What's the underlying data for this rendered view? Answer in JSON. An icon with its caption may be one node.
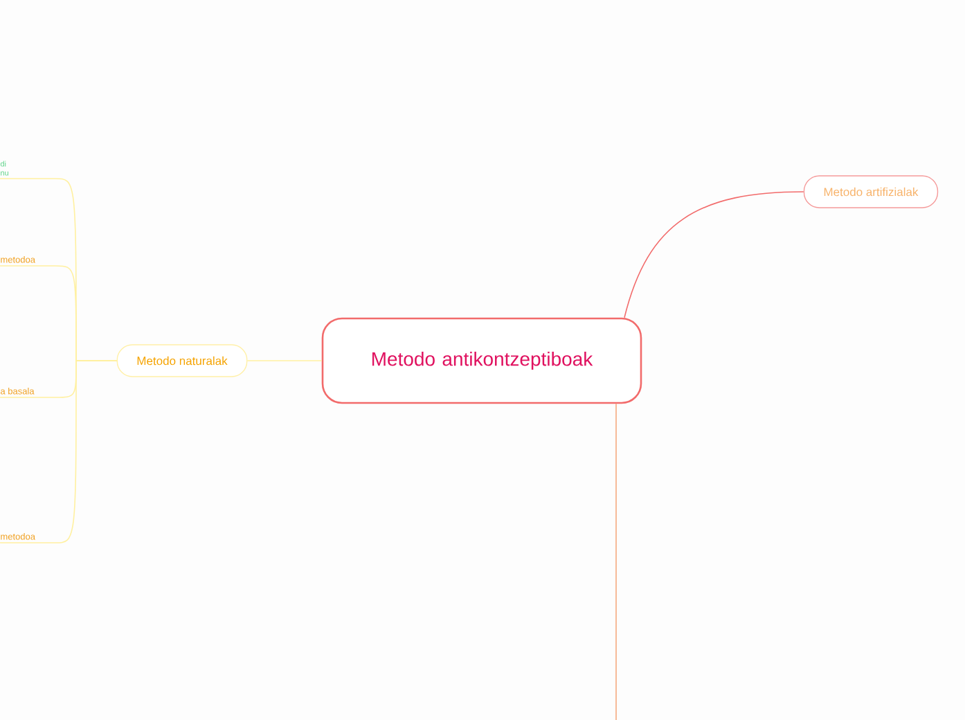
{
  "diagram": {
    "nodes": [
      {
        "text": [
          "Metodo antikontzeptiboak"
        ]
      },
      {
        "text": [
          "Metodo artifizialak"
        ]
      },
      {
        "text": [
          "Metodo naturalak"
        ]
      },
      {
        "text": [
          "di nu"
        ]
      },
      {
        "text": [
          "metodoa"
        ]
      },
      {
        "text": [
          "a basala"
        ]
      },
      {
        "text": [
          "metodoa"
        ]
      }
    ],
    "edges": [
      {
        "from": 0,
        "to": 1,
        "arrow": "none",
        "color": "#f26b6b"
      },
      {
        "from": 0,
        "to": 2,
        "arrow": "none"
      },
      {
        "from": 2,
        "to": 3,
        "arrow": "none"
      },
      {
        "from": 2,
        "to": 4,
        "arrow": "none"
      },
      {
        "from": 2,
        "to": 5,
        "arrow": "none"
      },
      {
        "from": 2,
        "to": 6,
        "arrow": "none"
      },
      {
        "from": 0,
        "to": null,
        "arrow": "none",
        "color": "#f5a97f"
      }
    ]
  }
}
